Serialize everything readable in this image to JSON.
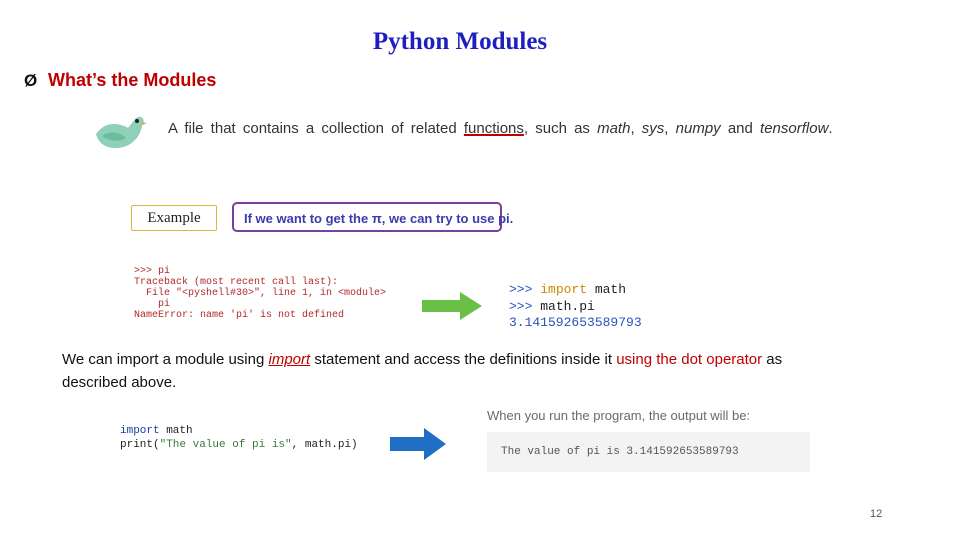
{
  "slide": {
    "title": "Python Modules",
    "page_number": "12"
  },
  "bullet": {
    "marker": "Ø",
    "heading": "What’s the Modules"
  },
  "description": {
    "part1": "A file that contains a collection of related ",
    "functions_word": "functions",
    "part2": ", such as ",
    "math": "math",
    "sep1": ", ",
    "sys": "sys",
    "sep2": ", ",
    "numpy": "numpy",
    "and": " and ",
    "tensorflow": "tensorflow",
    "end": "."
  },
  "example": {
    "label": "Example",
    "hint": "If we want to get the π, we can try to use pi."
  },
  "error_output": {
    "lines": [
      ">>> pi",
      "Traceback (most recent call last):",
      "  File \"<pyshell#30>\", line 1, in <module>",
      "    pi",
      "NameError: name 'pi' is not defined"
    ]
  },
  "repl": {
    "prompt": ">>> ",
    "line1_kw": "import",
    "line1_mod": " math",
    "line2": "math.pi",
    "result": "3.141592653589793"
  },
  "explanation": {
    "part1": "We can import a module using ",
    "import_word": "import",
    "part2": " statement and access the definitions inside it ",
    "red_part": "using the dot operator",
    "part3": " as described above."
  },
  "program": {
    "line1_kw": "import",
    "line1_mod": " math",
    "line2_a": "print(",
    "line2_str": "\"The value of pi is\"",
    "line2_b": ", math.pi)"
  },
  "output": {
    "label": "When you run the program, the output will be:",
    "text": "The value of pi is 3.141592653589793"
  },
  "colors": {
    "title": "#1f1fbf",
    "accent_red": "#c00000",
    "hint_border": "#7a3f99",
    "example_border": "#e2b43f",
    "green_arrow": "#6abf45",
    "blue_arrow": "#1f6fc4"
  }
}
